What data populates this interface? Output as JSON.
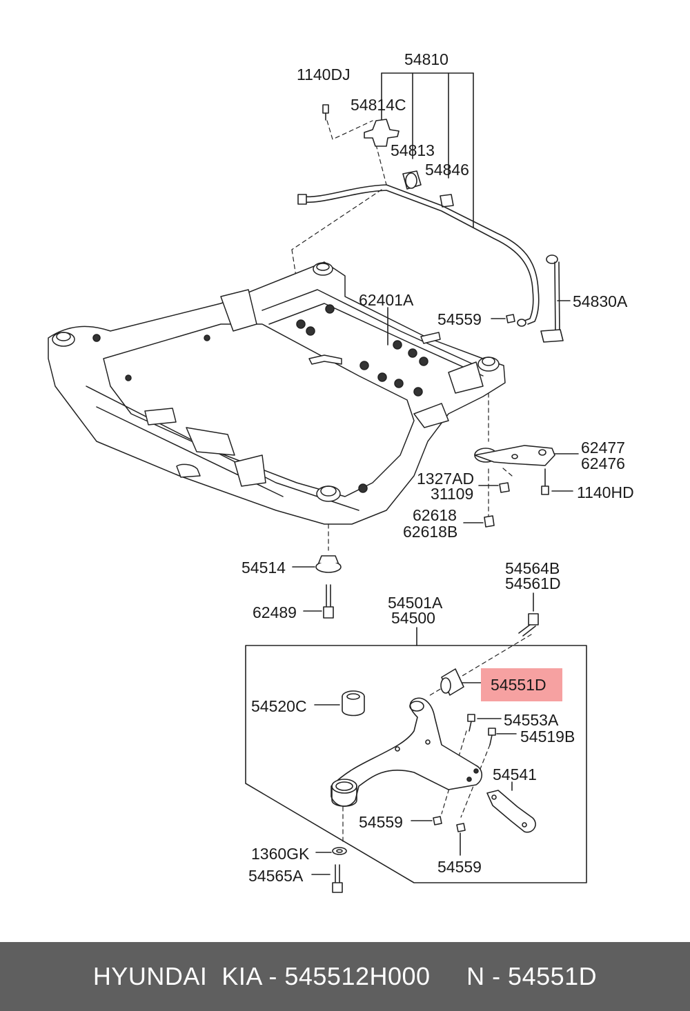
{
  "labels": {
    "p54810": "54810",
    "p1140DJ": "1140DJ",
    "p54814C": "54814C",
    "p54813": "54813",
    "p54846": "54846",
    "p62401A": "62401A",
    "p54559a": "54559",
    "p54830A": "54830A",
    "p62477": "62477",
    "p62476": "62476",
    "p1327AD": "1327AD",
    "p31109": "31109",
    "p1140HD": "1140HD",
    "p62618": "62618",
    "p62618B": "62618B",
    "p54514": "54514",
    "p54564B": "54564B",
    "p54561D": "54561D",
    "p62489": "62489",
    "p54501A": "54501A",
    "p54500": "54500",
    "p54551D": "54551D",
    "p54520C": "54520C",
    "p54553A": "54553A",
    "p54519B": "54519B",
    "p54541": "54541",
    "p54559b": "54559",
    "p54559c": "54559",
    "p1360GK": "1360GK",
    "p54565A": "54565A"
  },
  "highlight": {
    "part": "54551D",
    "color": "#f6a1a1"
  },
  "footer": {
    "text": "HYUNDAI  KIA - 545512H000     N - 54551D",
    "background": "#5f5f5f"
  }
}
